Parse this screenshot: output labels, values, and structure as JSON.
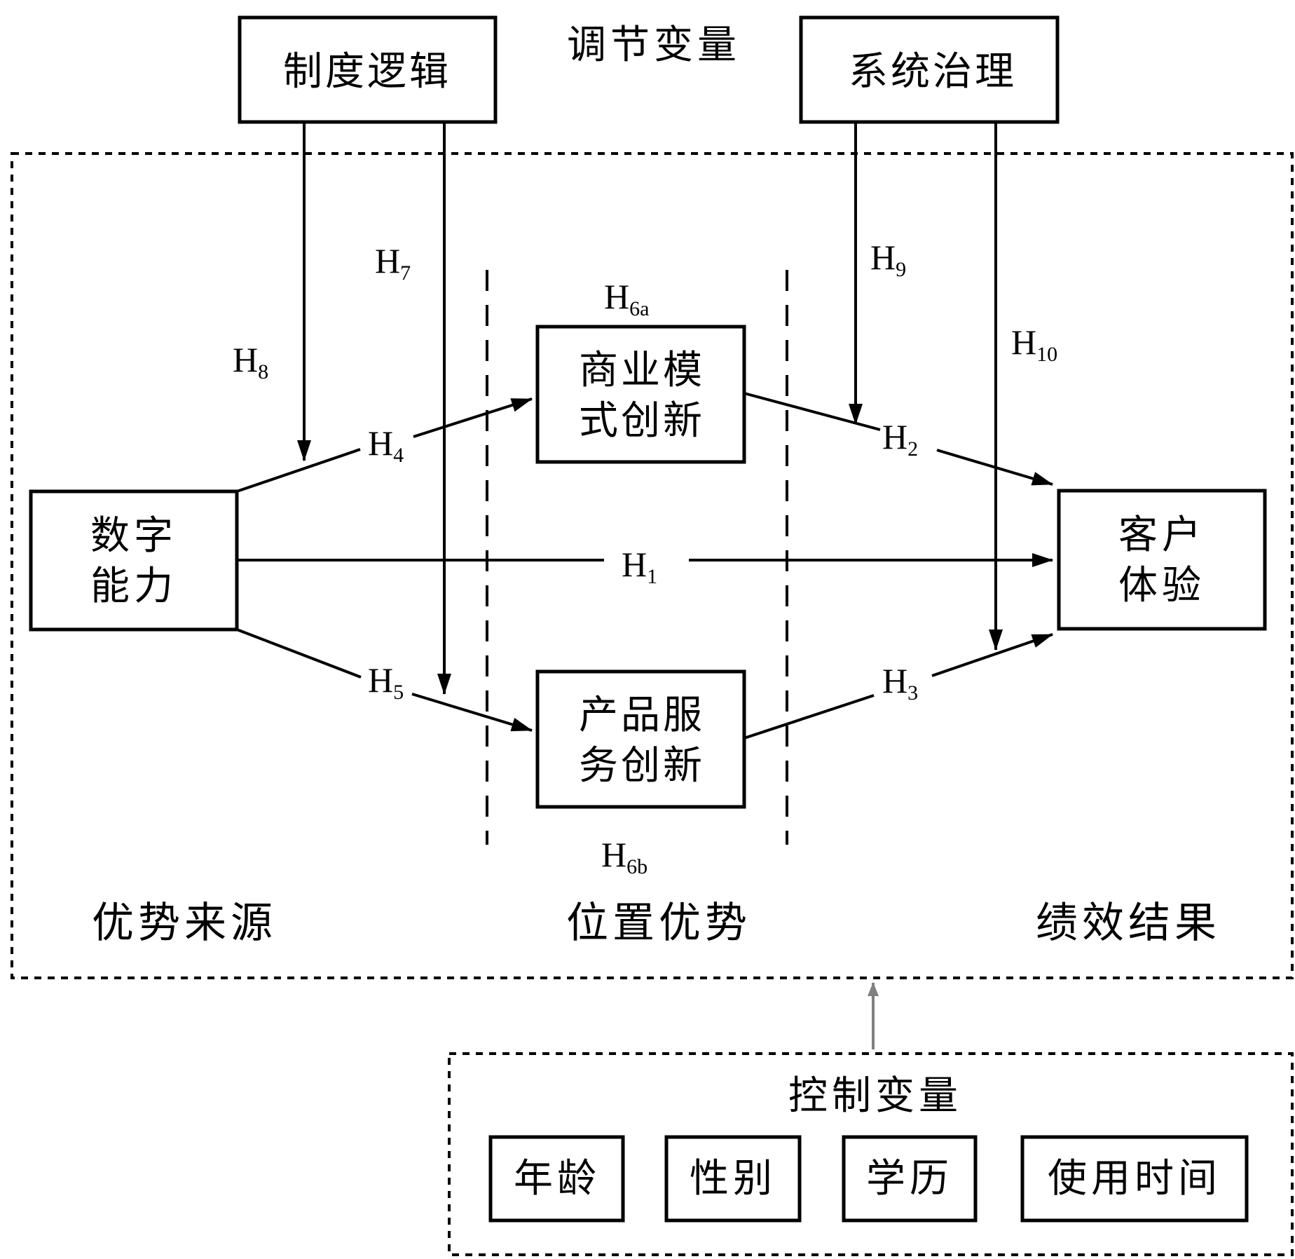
{
  "diagram": {
    "moderator_title": "调节变量",
    "moderators": {
      "institutional": "制度逻辑",
      "governance": "系统治理"
    },
    "nodes": {
      "digital_capability": [
        "数字",
        "能力"
      ],
      "business_model_innovation": [
        "商业模",
        "式创新"
      ],
      "product_service_innovation": [
        "产品服",
        "务创新"
      ],
      "customer_experience": [
        "客户",
        "体验"
      ]
    },
    "stages": {
      "source": "优势来源",
      "position": "位置优势",
      "performance": "绩效结果"
    },
    "hypotheses": {
      "h1": {
        "main": "H",
        "sub": "1"
      },
      "h2": {
        "main": "H",
        "sub": "2"
      },
      "h3": {
        "main": "H",
        "sub": "3"
      },
      "h4": {
        "main": "H",
        "sub": "4"
      },
      "h5": {
        "main": "H",
        "sub": "5"
      },
      "h6a": {
        "main": "H",
        "sub": "6a"
      },
      "h6b": {
        "main": "H",
        "sub": "6b"
      },
      "h7": {
        "main": "H",
        "sub": "7"
      },
      "h8": {
        "main": "H",
        "sub": "8"
      },
      "h9": {
        "main": "H",
        "sub": "9"
      },
      "h10": {
        "main": "H",
        "sub": "10"
      }
    },
    "controls": {
      "title": "控制变量",
      "items": [
        "年龄",
        "性别",
        "学历",
        "使用时间"
      ]
    }
  }
}
